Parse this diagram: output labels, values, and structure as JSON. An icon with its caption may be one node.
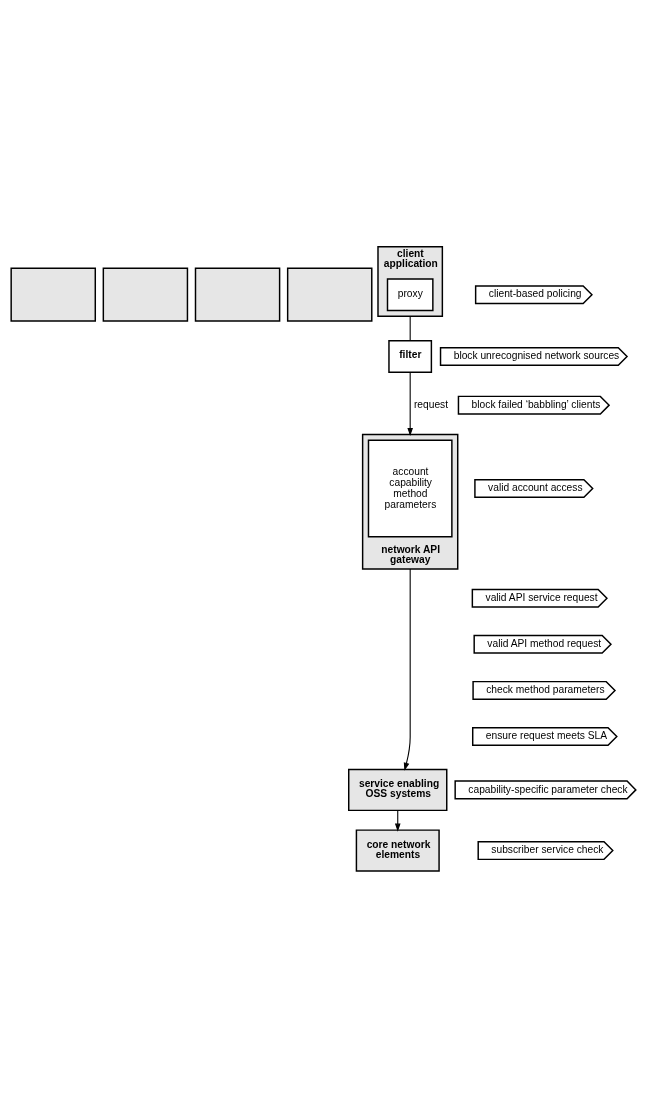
{
  "diagram": {
    "nodes": [
      {
        "text": [],
        "shape": "box"
      },
      {
        "text": [],
        "shape": "box"
      },
      {
        "text": [],
        "shape": "box"
      },
      {
        "text": [],
        "shape": "box"
      },
      {
        "text": [
          "client application"
        ]
      },
      {
        "text": [
          "proxy"
        ],
        "in": 4
      },
      {
        "text": [
          "client-based policing"
        ]
      },
      {
        "text": [
          "filter"
        ]
      },
      {
        "text": [
          "block unrecognised network sources"
        ]
      },
      {
        "text": [
          "block failed ‘babbling’ clients"
        ]
      },
      {
        "text": [
          "network API gateway"
        ]
      },
      {
        "text": [
          "account",
          "capability",
          "method",
          "parameters"
        ],
        "in": 10
      },
      {
        "text": [
          "valid account access"
        ]
      },
      {
        "text": [
          "valid API service request"
        ]
      },
      {
        "text": [
          "valid API method request"
        ]
      },
      {
        "text": [
          "check method parameters"
        ]
      },
      {
        "text": [
          "ensure request meets SLA"
        ]
      },
      {
        "text": [
          "service enabling OSS systems"
        ]
      },
      {
        "text": [
          "capability-specific parameter check"
        ]
      },
      {
        "text": [
          "subscriber service check"
        ]
      },
      {
        "text": [
          "core network elements"
        ]
      }
    ],
    "edges": [
      {
        "from": 4,
        "to": 7,
        "arrow": "none"
      },
      {
        "from": 7,
        "to": 10,
        "arrow": "to",
        "label": "request"
      },
      {
        "from": 10,
        "to": 17,
        "arrow": "to"
      },
      {
        "from": 17,
        "to": 20,
        "arrow": "to"
      }
    ]
  }
}
